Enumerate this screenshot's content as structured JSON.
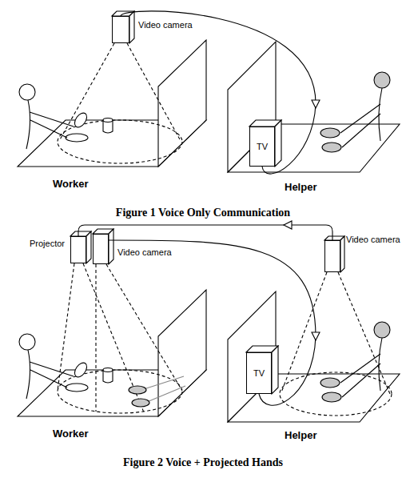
{
  "diagram": {
    "nodes": [
      {
        "text": [
          "Video camera"
        ]
      },
      {
        "text": [
          "TV"
        ]
      },
      {
        "text": [
          "Projector"
        ]
      },
      {
        "text": [
          "Video camera"
        ]
      },
      {
        "text": [
          "TV"
        ]
      },
      {
        "text": [
          "Video camera"
        ]
      }
    ],
    "edges": [
      {
        "from": 0,
        "to": 1,
        "arrow": "to"
      },
      {
        "from": 3,
        "to": 4,
        "arrow": "to"
      },
      {
        "from": 5,
        "to": 2,
        "arrow": "to"
      }
    ],
    "labels": [
      "Worker",
      "Helper",
      "Figure 1 Voice Only Communication",
      "Worker",
      "Helper",
      "Figure 2 Voice + Projected Hands"
    ]
  }
}
